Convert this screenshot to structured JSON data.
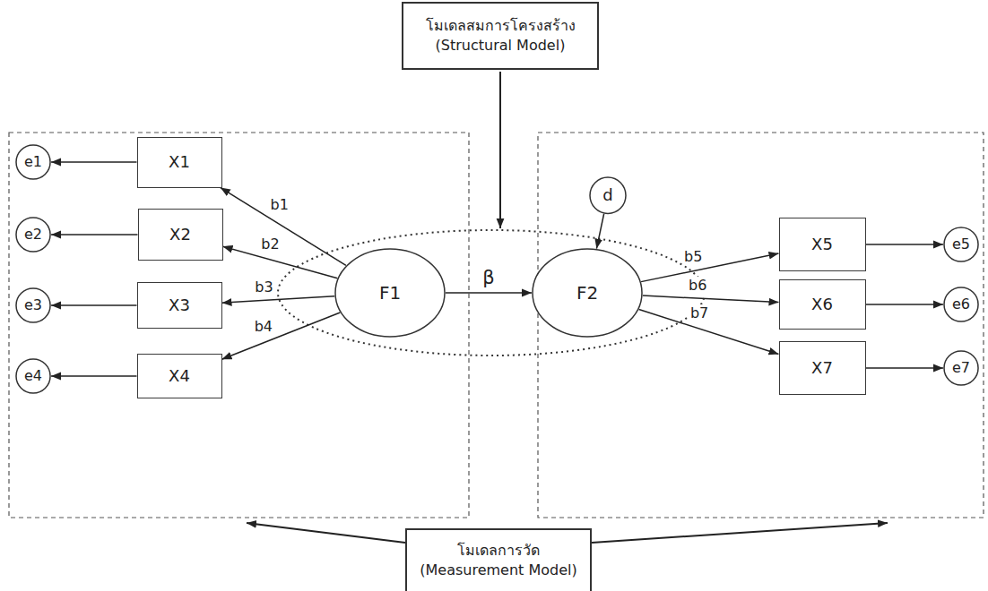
{
  "diagram": {
    "nodes": [
      {
        "text": [
          "โมเดลสมการโครงสร้าง (Structural Model)"
        ]
      },
      {
        "text": [
          "e1"
        ]
      },
      {
        "text": [
          "X1"
        ]
      },
      {
        "text": [
          "e2"
        ]
      },
      {
        "text": [
          "X2"
        ]
      },
      {
        "text": [
          "e3"
        ]
      },
      {
        "text": [
          "X3"
        ]
      },
      {
        "text": [
          "e4"
        ]
      },
      {
        "text": [
          "X4"
        ]
      },
      {
        "text": [
          "F1"
        ]
      },
      {
        "text": [
          "d"
        ]
      },
      {
        "text": [
          "F2"
        ]
      },
      {
        "text": [
          "X5"
        ]
      },
      {
        "text": [
          "e5"
        ]
      },
      {
        "text": [
          "X6"
        ]
      },
      {
        "text": [
          "e6"
        ]
      },
      {
        "text": [
          "X7"
        ]
      },
      {
        "text": [
          "e7"
        ]
      },
      {
        "text": [
          "โมเดลการวัด (Measurement Model)"
        ]
      }
    ],
    "edges": [
      {
        "from": 9,
        "to": 2,
        "arrow": "to",
        "label": "b1"
      },
      {
        "from": 9,
        "to": 4,
        "arrow": "to",
        "label": "b2"
      },
      {
        "from": 9,
        "to": 6,
        "arrow": "to",
        "label": "b3"
      },
      {
        "from": 9,
        "to": 8,
        "arrow": "to",
        "label": "b4"
      },
      {
        "from": 2,
        "to": 1,
        "arrow": "to"
      },
      {
        "from": 4,
        "to": 3,
        "arrow": "to"
      },
      {
        "from": 6,
        "to": 5,
        "arrow": "to"
      },
      {
        "from": 8,
        "to": 7,
        "arrow": "to"
      },
      {
        "from": 9,
        "to": 11,
        "arrow": "to",
        "label": "β"
      },
      {
        "from": 10,
        "to": 11,
        "arrow": "to"
      },
      {
        "from": 11,
        "to": 12,
        "arrow": "to",
        "label": "b5"
      },
      {
        "from": 11,
        "to": 14,
        "arrow": "to",
        "label": "b6"
      },
      {
        "from": 11,
        "to": 16,
        "arrow": "to",
        "label": "b7"
      },
      {
        "from": 12,
        "to": 13,
        "arrow": "to"
      },
      {
        "from": 14,
        "to": 15,
        "arrow": "to"
      },
      {
        "from": 16,
        "to": 17,
        "arrow": "to"
      }
    ]
  }
}
